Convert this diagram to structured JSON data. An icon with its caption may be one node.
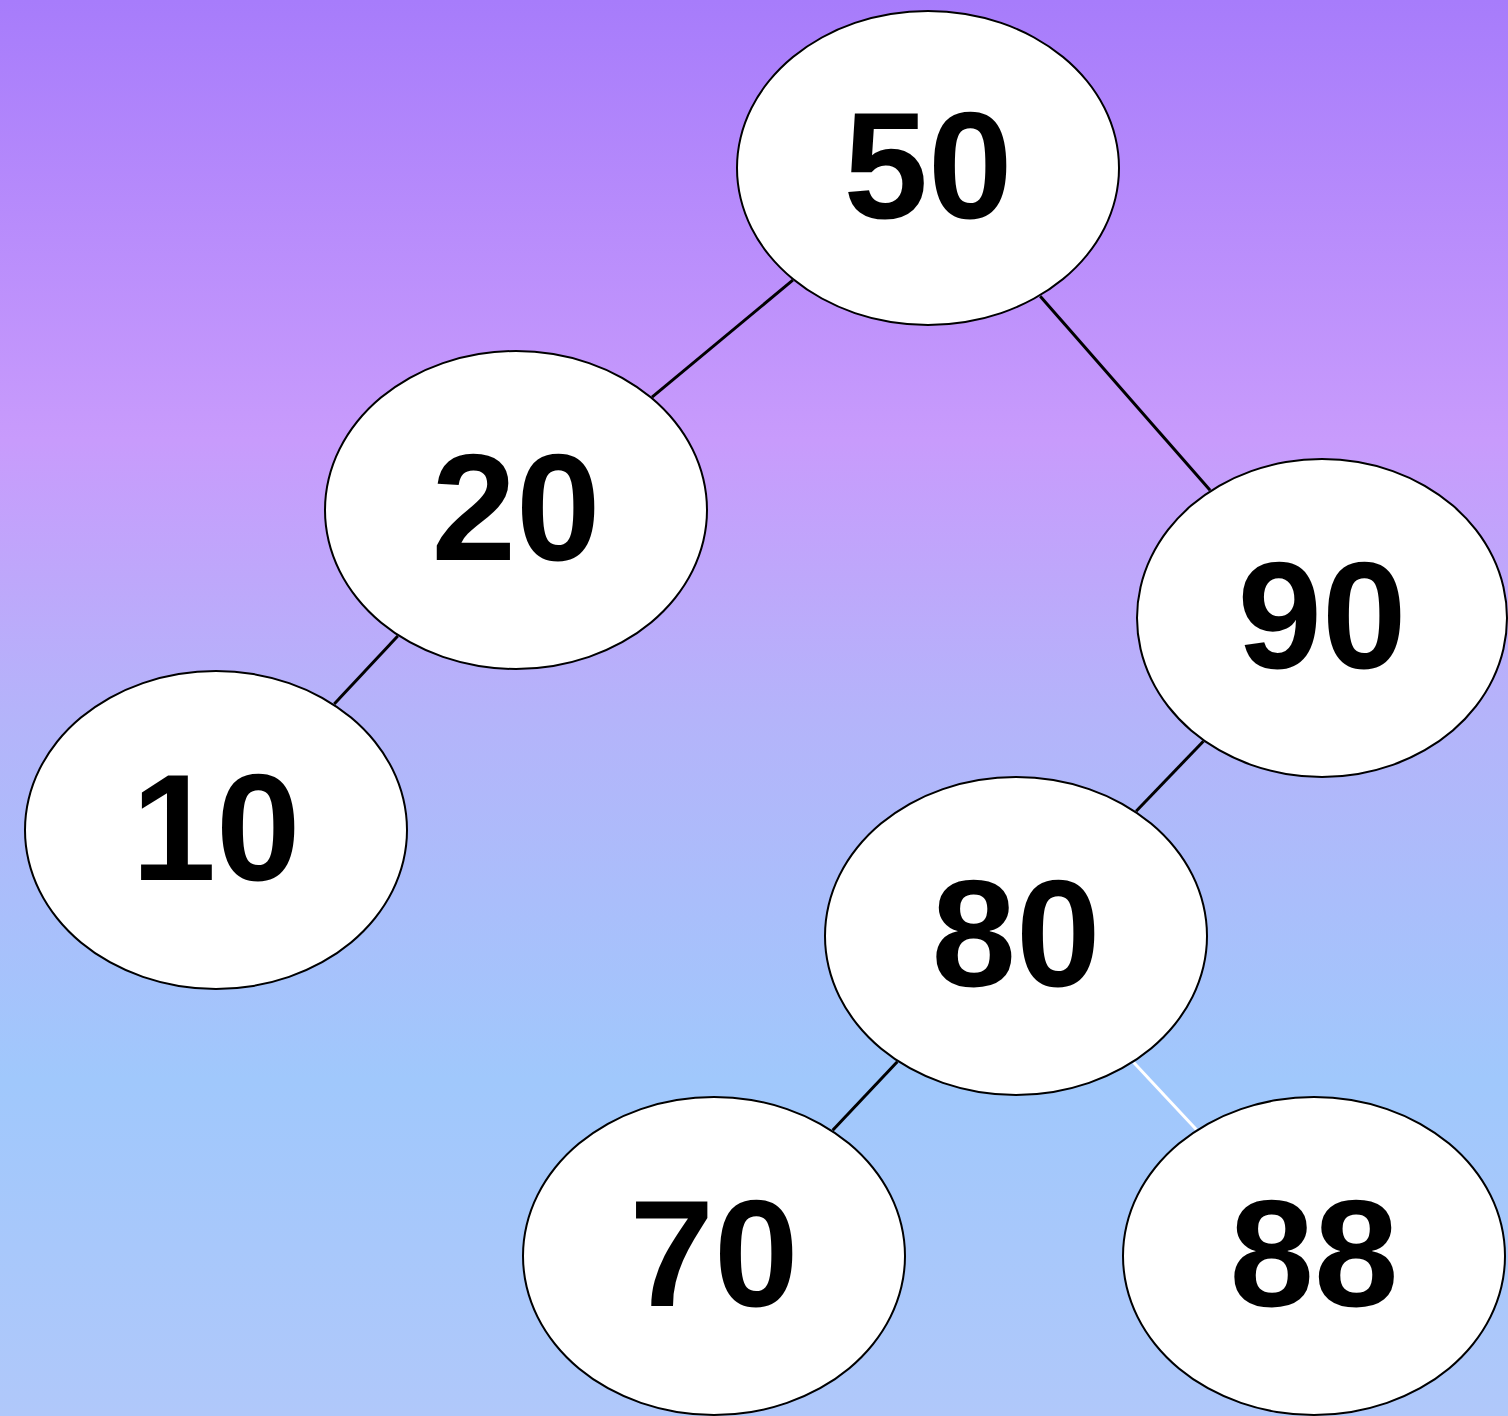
{
  "diagram": {
    "nodes": [
      {
        "text": [
          "50"
        ]
      },
      {
        "text": [
          "20"
        ]
      },
      {
        "text": [
          "90"
        ]
      },
      {
        "text": [
          "10"
        ]
      },
      {
        "text": [
          "80"
        ]
      },
      {
        "text": [
          "70"
        ]
      },
      {
        "text": [
          "88"
        ]
      }
    ],
    "edges": [
      {
        "from": 0,
        "to": 1,
        "arrow": "none"
      },
      {
        "from": 0,
        "to": 2,
        "arrow": "none"
      },
      {
        "from": 1,
        "to": 3,
        "arrow": "none"
      },
      {
        "from": 2,
        "to": 4,
        "arrow": "none"
      },
      {
        "from": 4,
        "to": 5,
        "arrow": "none"
      },
      {
        "from": 4,
        "to": 6,
        "arrow": "none",
        "color": "#ffffff"
      }
    ]
  }
}
